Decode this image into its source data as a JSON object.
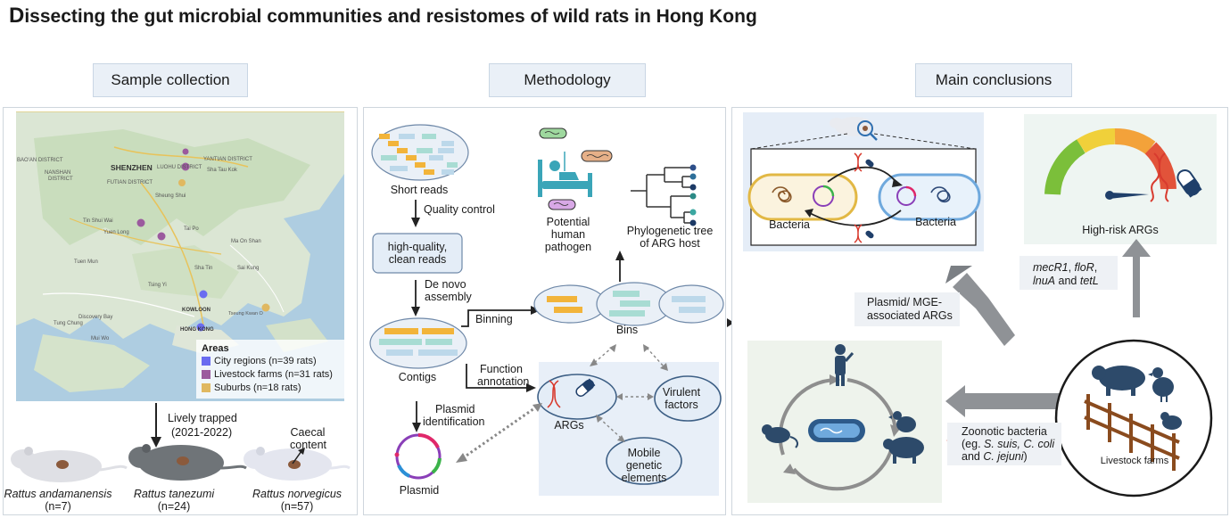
{
  "title_first_letter": "D",
  "title_rest": "issecting the gut microbial communities and resistomes of wild rats in Hong Kong",
  "sections": {
    "sample_collection": "Sample collection",
    "methodology": "Methodology",
    "main_conclusions": "Main conclusions"
  },
  "map": {
    "place_labels": [
      "NANSHAN",
      "DISTRICT",
      "SHENZHEN",
      "LUOHU DISTRICT",
      "YANTIAN DISTRICT",
      "FUTIAN DISTRICT",
      "Sha Tau Kok",
      "Sheung Shui",
      "Yuen Long",
      "Tai Po",
      "Ma On Shan",
      "Tuen Mun",
      "Sha Tin",
      "Sai Kung",
      "Tsing Yi",
      "KOWLOON",
      "Discovery Bay",
      "HONG KONG",
      "Tseung Kwan O",
      "Tung Chung",
      "Mui Wo",
      "BAO'AN DISTRICT",
      "Tin Shui Wai"
    ],
    "legend_title": "Areas",
    "legend": [
      {
        "label": "City regions (n=39 rats)",
        "color": "#6a6cf0"
      },
      {
        "label": "Livestock farms (n=31 rats)",
        "color": "#9b5a9e"
      },
      {
        "label": "Suburbs (n=18 rats)",
        "color": "#e0b860"
      }
    ]
  },
  "trap": {
    "line1": "Lively trapped",
    "line2": "(2021-2022)"
  },
  "rats": [
    {
      "name": "Rattus andamanensis",
      "n": "(n=7)"
    },
    {
      "name": "Rattus tanezumi",
      "n": "(n=24)"
    },
    {
      "name": "Rattus norvegicus",
      "n": "(n=57)"
    }
  ],
  "caecal": {
    "line1": "Caecal",
    "line2": "content"
  },
  "methodology": {
    "short_reads": "Short reads",
    "quality_control": "Quality control",
    "hq_line1": "high-quality,",
    "hq_line2": "clean reads",
    "denovo_line1": "De novo",
    "denovo_line2": "assembly",
    "contigs": "Contigs",
    "binning": "Binning",
    "bins": "Bins",
    "function_line1": "Function",
    "function_line2": "annotation",
    "plasmid_id_line1": "Plasmid",
    "plasmid_id_line2": "identification",
    "plasmid": "Plasmid",
    "args": "ARGs",
    "virulent_line1": "Virulent",
    "virulent_line2": "factors",
    "mobile_line1": "Mobile",
    "mobile_line2": "genetic",
    "mobile_line3": "elements",
    "pathogen_line1": "Potential",
    "pathogen_line2": "human",
    "pathogen_line3": "pathogen",
    "phylo_line1": "Phylogenetic tree",
    "phylo_line2": "of ARG host"
  },
  "conclusions": {
    "bacteria_left": "Bacteria",
    "bacteria_right": "Bacteria",
    "high_risk": "High-risk ARGs",
    "plasmid_line1": "Plasmid/ MGE-",
    "plasmid_line2": "associated ARGs",
    "genes_1": "mecR1",
    "genes_sep1": ", ",
    "genes_2": "floR",
    "genes_sep2": ",",
    "genes_3": "lnuA",
    "genes_and": " and ",
    "genes_4": "tetL",
    "zoo_line1": "Zoonotic bacteria",
    "zoo_line2a": "(eg. ",
    "zoo_line2b": "S. suis, C. coli",
    "zoo_line3a": "and ",
    "zoo_line3b": "C. jejuni",
    "zoo_line3c": ")",
    "livestock": "Livestock farms"
  }
}
